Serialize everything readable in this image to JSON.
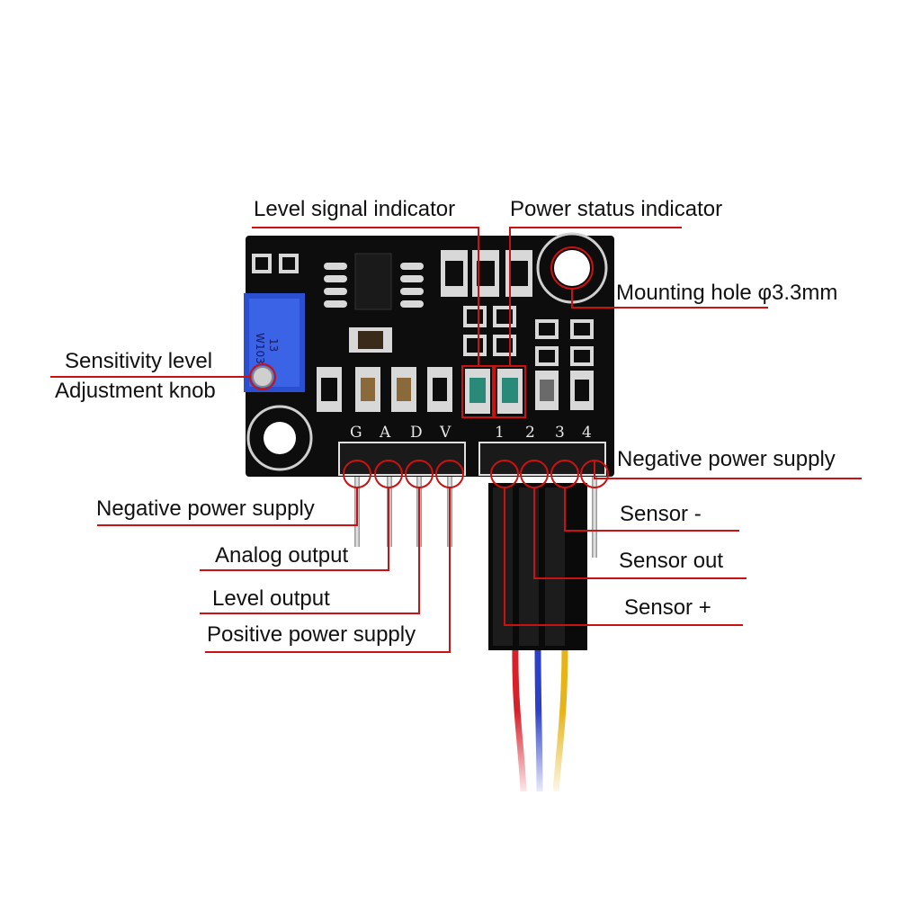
{
  "labels": {
    "level_signal_indicator": "Level signal indicator",
    "power_status_indicator": "Power status indicator",
    "mounting_hole": "Mounting hole φ3.3mm",
    "sensitivity_level": "Sensitivity level",
    "adjustment_knob": "Adjustment knob",
    "negative_power_supply_right": "Negative power supply",
    "negative_power_supply_left": "Negative power supply",
    "analog_output": "Analog output",
    "level_output": "Level output",
    "positive_power_supply": "Positive power supply",
    "sensor_minus": "Sensor -",
    "sensor_out": "Sensor out",
    "sensor_plus": "Sensor +"
  },
  "silkscreen": {
    "left_pins": [
      "G",
      "A",
      "D",
      "V"
    ],
    "right_pins": [
      "1",
      "2",
      "3",
      "4"
    ],
    "pot_marking": [
      "13",
      "W103"
    ]
  },
  "colors": {
    "callout_red": "#cc1111",
    "board_black": "#0d0d0d",
    "pot_blue": "#2a4fd0",
    "wire_red": "#d8202a",
    "wire_blue": "#2b3fc8",
    "wire_yellow": "#e6b417"
  }
}
